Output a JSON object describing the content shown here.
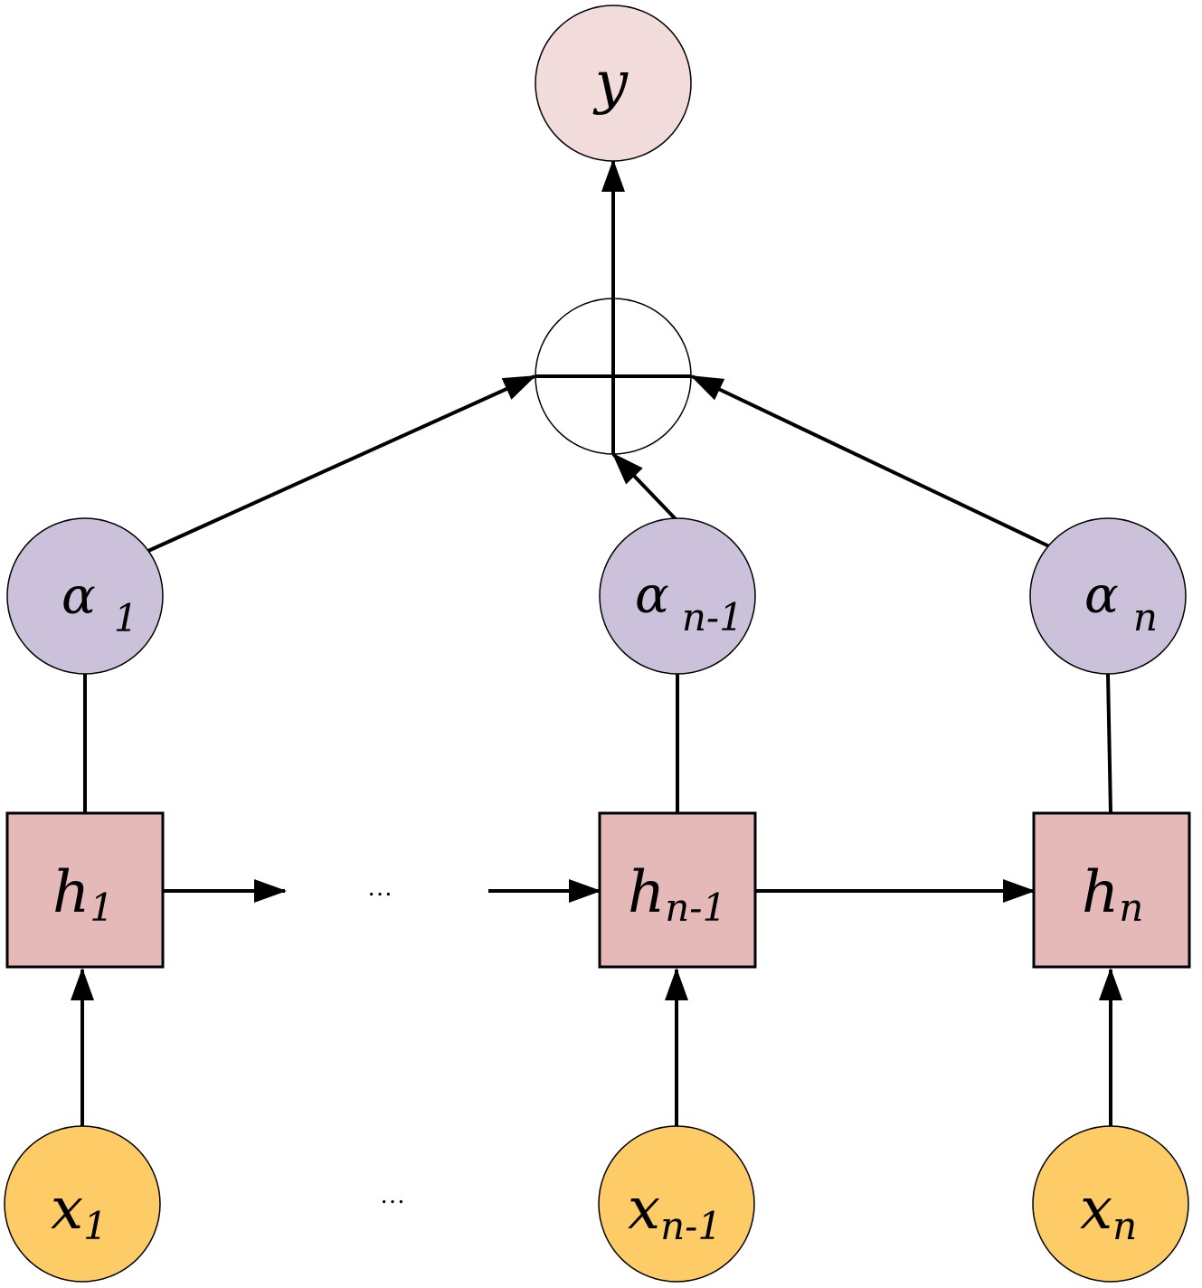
{
  "colors": {
    "input": "#FDCC67",
    "hidden": "#E5B9B7",
    "attention": "#CCC1DA",
    "output": "#F2DCDB",
    "sum": "#FFFFFF",
    "line": "#000000"
  },
  "output": {
    "base": "y"
  },
  "inputs": [
    {
      "base": "x",
      "sub": "1"
    },
    {
      "base": "x",
      "sub": "n-1"
    },
    {
      "base": "x",
      "sub": "n"
    }
  ],
  "hidden": [
    {
      "base": "h",
      "sub": "1"
    },
    {
      "base": "h",
      "sub": "n-1"
    },
    {
      "base": "h",
      "sub": "n"
    }
  ],
  "attention": [
    {
      "base": "α",
      "sub": "1"
    },
    {
      "base": "α",
      "sub": "n-1"
    },
    {
      "base": "α",
      "sub": "n"
    }
  ],
  "ellipsis": "…"
}
